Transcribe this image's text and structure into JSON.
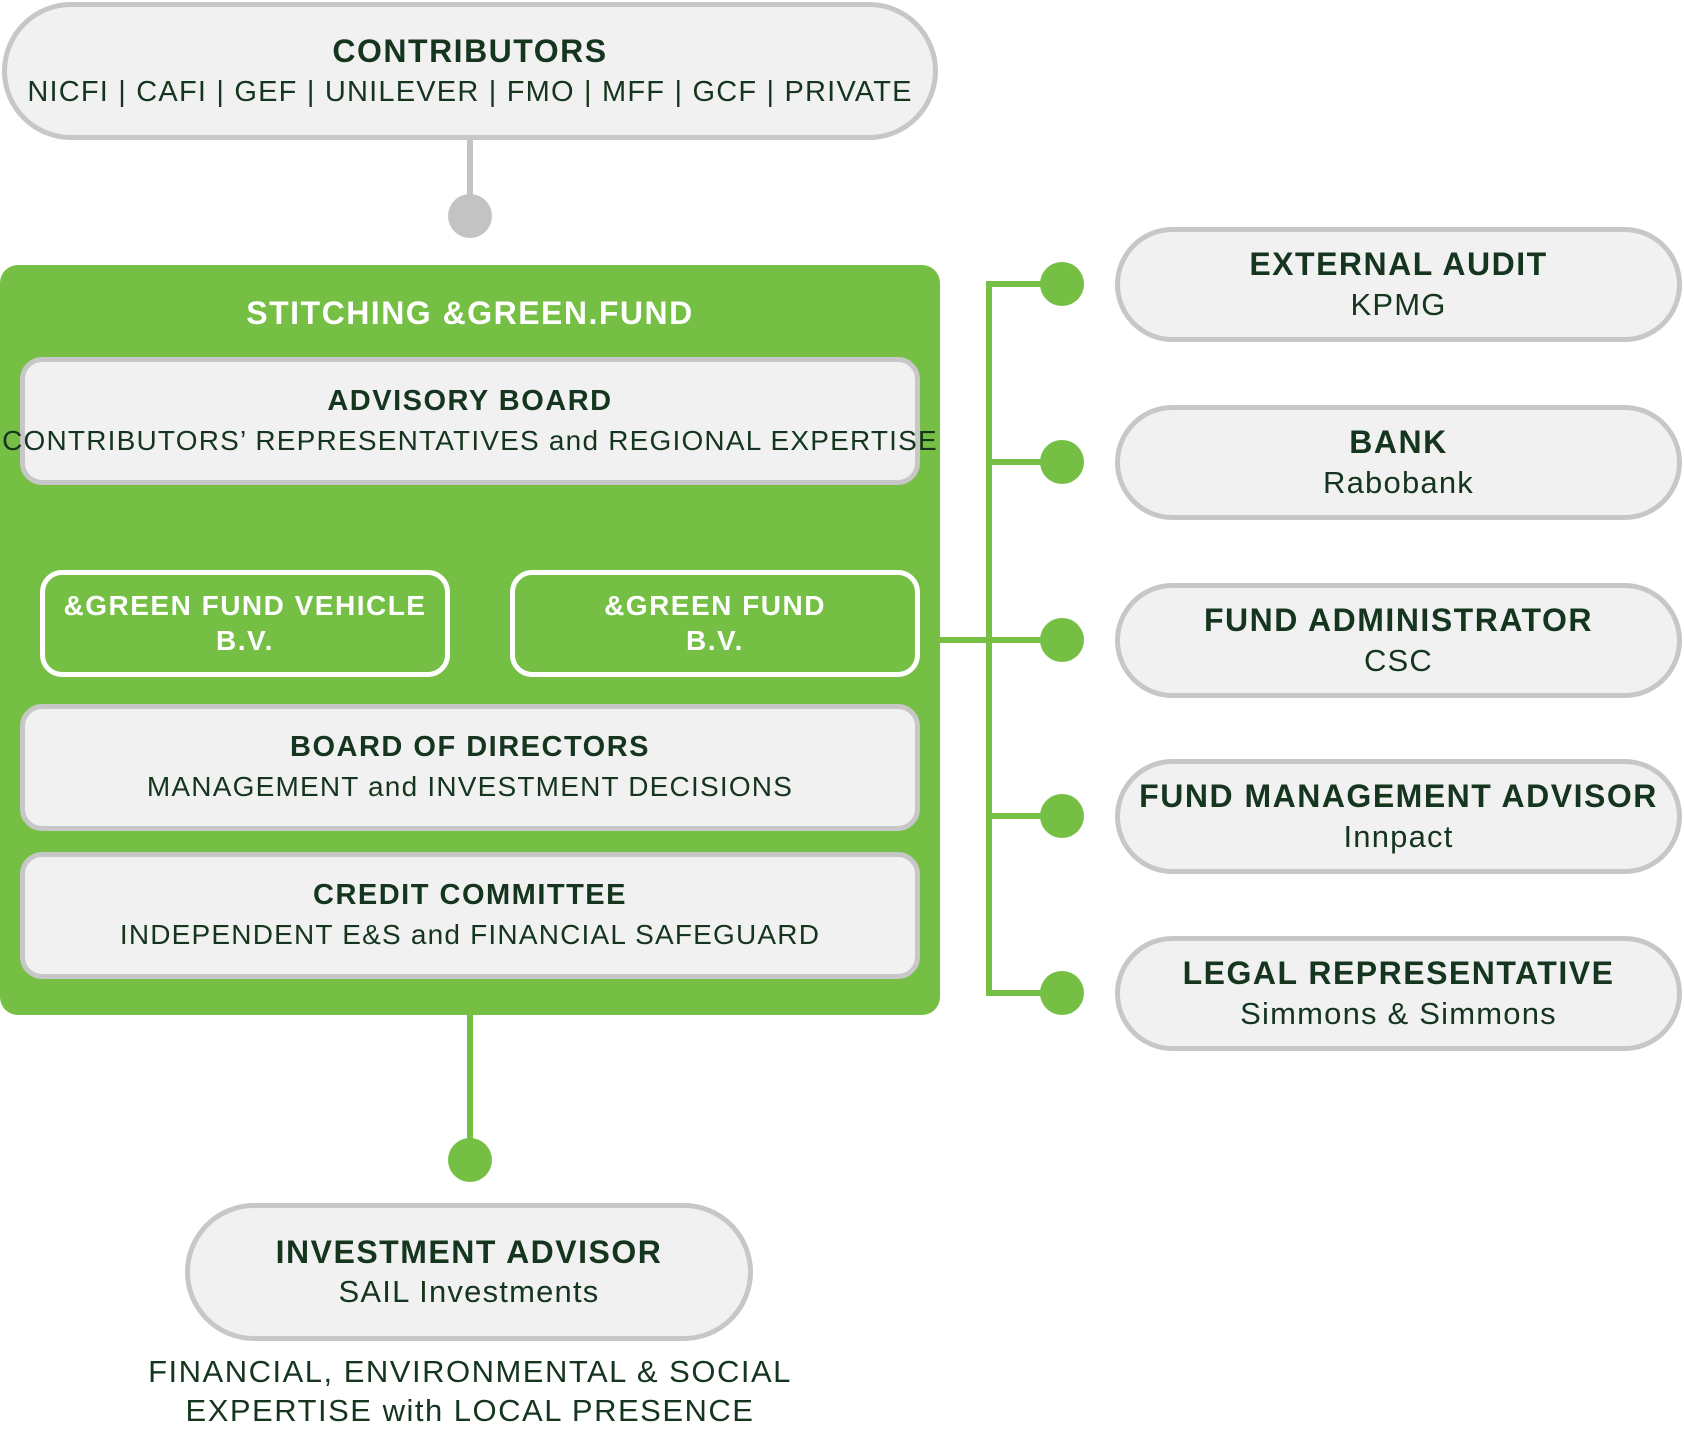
{
  "contributors": {
    "title": "CONTRIBUTORS",
    "members": "NICFI | CAFI | GEF | UNILEVER | FMO | MFF | GCF | PRIVATE"
  },
  "fund": {
    "title": "STITCHING &GREEN.FUND",
    "advisory_board": {
      "title": "ADVISORY BOARD",
      "subtitle": "CONTRIBUTORS’ REPRESENTATIVES and REGIONAL EXPERTISE"
    },
    "vehicle": {
      "line1": "&GREEN FUND VEHICLE",
      "line2": "B.V."
    },
    "fund_bv": {
      "line1": "&GREEN FUND",
      "line2": "B.V."
    },
    "board_of_directors": {
      "title": "BOARD OF DIRECTORS",
      "subtitle": "MANAGEMENT and INVESTMENT DECISIONS"
    },
    "credit_committee": {
      "title": "CREDIT COMMITTEE",
      "subtitle": "INDEPENDENT E&S and FINANCIAL SAFEGUARD"
    }
  },
  "service_providers": [
    {
      "title": "EXTERNAL AUDIT",
      "name": "KPMG"
    },
    {
      "title": "BANK",
      "name": "Rabobank"
    },
    {
      "title": "FUND ADMINISTRATOR",
      "name": "CSC"
    },
    {
      "title": "FUND MANAGEMENT ADVISOR",
      "name": "Innpact"
    },
    {
      "title": "LEGAL REPRESENTATIVE",
      "name": "Simmons & Simmons"
    }
  ],
  "investment_advisor": {
    "title": "INVESTMENT ADVISOR",
    "name": "SAIL Investments",
    "note_line1": "FINANCIAL, ENVIRONMENTAL & SOCIAL",
    "note_line2": "EXPERTISE with LOCAL PRESENCE"
  },
  "colors": {
    "green": "#74bf44",
    "pill_fill": "#f1f1f1",
    "pill_border": "#c7c7c7",
    "gray_connector": "#c3c3c3",
    "text_dark": "#15351f",
    "text_light": "#ffffff"
  }
}
